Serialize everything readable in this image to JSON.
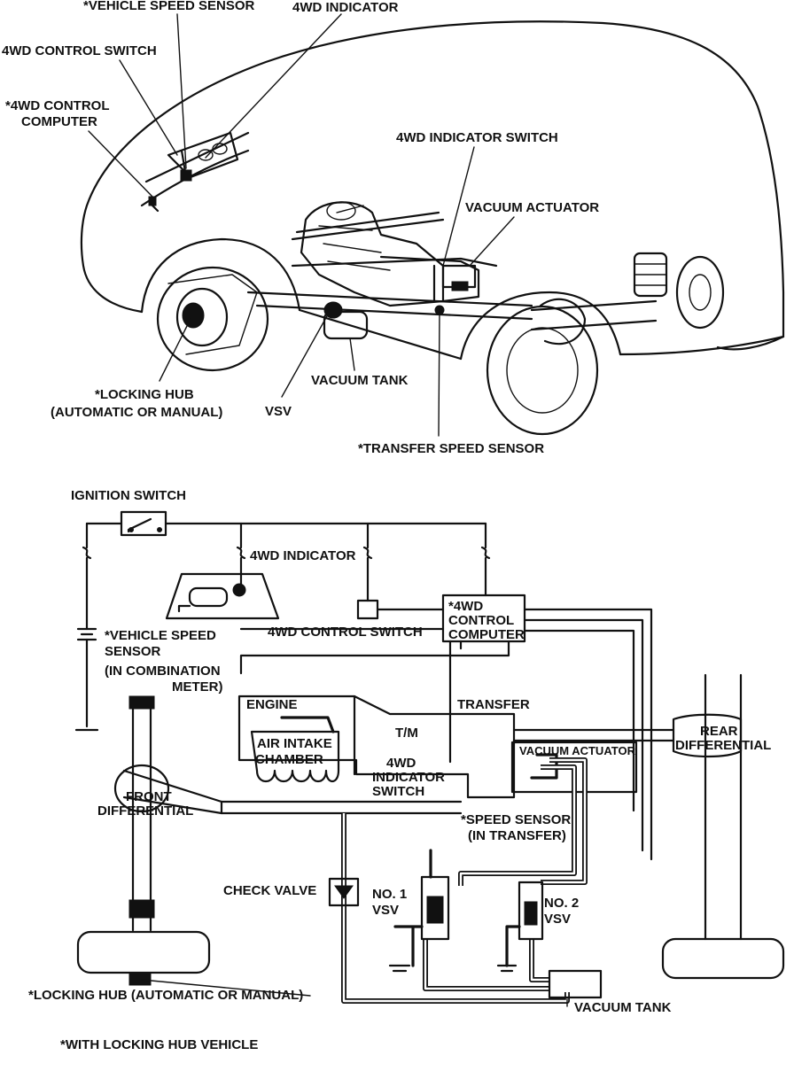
{
  "top_labels": {
    "vehicle_speed_sensor": "*VEHICLE SPEED SENSOR",
    "indicator_4wd": "4WD INDICATOR",
    "control_switch_4wd": "4WD CONTROL SWITCH",
    "control_computer_line1": "*4WD CONTROL",
    "control_computer_line2": "COMPUTER",
    "indicator_switch_4wd": "4WD INDICATOR SWITCH",
    "vacuum_actuator": "VACUUM ACTUATOR",
    "locking_hub_line1": "*LOCKING HUB",
    "locking_hub_line2": "(AUTOMATIC OR MANUAL)",
    "vsv": "VSV",
    "vacuum_tank": "VACUUM TANK",
    "transfer_speed_sensor": "*TRANSFER SPEED SENSOR"
  },
  "bottom_labels": {
    "ignition_switch": "IGNITION SWITCH",
    "indicator_4wd": "4WD INDICATOR",
    "computer_line1": "*4WD",
    "computer_line2": "CONTROL",
    "computer_line3": "COMPUTER",
    "control_switch_4wd": "4WD CONTROL SWITCH",
    "vss_line1": "*VEHICLE SPEED",
    "vss_line2": "SENSOR",
    "vss_line3": "(IN COMBINATION",
    "vss_line4": "METER)",
    "engine": "ENGINE",
    "transfer": "TRANSFER",
    "tm": "T/M",
    "air_intake_line1": "AIR INTAKE",
    "air_intake_line2": "CHAMBER",
    "indicator_switch_line1": "4WD",
    "indicator_switch_line2": "INDICATOR",
    "indicator_switch_line3": "SWITCH",
    "rear_diff_line1": "REAR",
    "rear_diff_line2": "DIFFERENTIAL",
    "vacuum_actuator": "VACUUM ACTUATOR",
    "front_diff_line1": "FRONT",
    "front_diff_line2": "DIFFERENTIAL",
    "speed_sensor_line1": "*SPEED SENSOR",
    "speed_sensor_line2": "(IN TRANSFER)",
    "check_valve": "CHECK VALVE",
    "vsv1_line1": "NO. 1",
    "vsv1_line2": "VSV",
    "vsv2_line1": "NO. 2",
    "vsv2_line2": "VSV",
    "locking_hub": "*LOCKING HUB (AUTOMATIC OR MANUAL)",
    "vacuum_tank": "VACUUM TANK"
  },
  "footnote": "*WITH LOCKING HUB VEHICLE"
}
